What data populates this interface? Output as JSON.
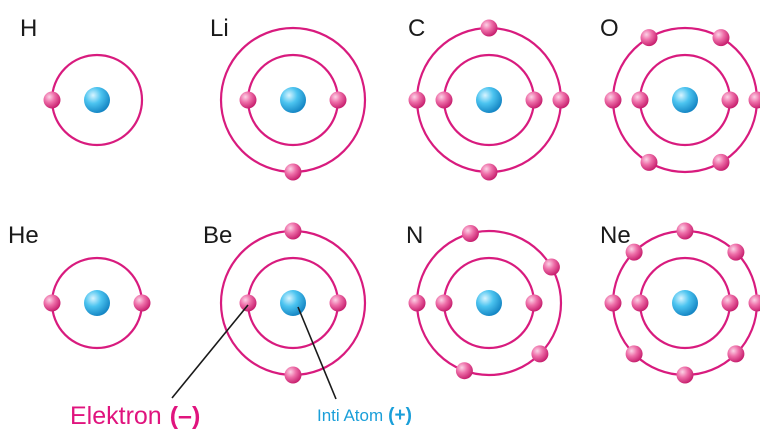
{
  "atoms": [
    {
      "symbol": "H",
      "inner": [
        180
      ],
      "outer": []
    },
    {
      "symbol": "Li",
      "inner": [
        0,
        180
      ],
      "outer": [
        90
      ]
    },
    {
      "symbol": "C",
      "inner": [
        0,
        180
      ],
      "outer": [
        0,
        180,
        270,
        90
      ]
    },
    {
      "symbol": "O",
      "inner": [
        0,
        180
      ],
      "outer": [
        0,
        180,
        240,
        300,
        120,
        60
      ]
    },
    {
      "symbol": "He",
      "inner": [
        0,
        180
      ],
      "outer": []
    },
    {
      "symbol": "Be",
      "inner": [
        0,
        180
      ],
      "outer": [
        270,
        90
      ]
    },
    {
      "symbol": "N",
      "inner": [
        0,
        180
      ],
      "outer": [
        180,
        255,
        330,
        45,
        110
      ]
    },
    {
      "symbol": "Ne",
      "inner": [
        0,
        180
      ],
      "outer": [
        0,
        180,
        225,
        270,
        315,
        45,
        90,
        135
      ]
    }
  ],
  "legend": {
    "electron_label": "Elektron",
    "electron_sign": "(–)",
    "nucleus_label": "Inti Atom",
    "nucleus_sign": "(+)"
  },
  "colors": {
    "orbit": "#d81b7e",
    "electron": "#e8589c",
    "nucleus": "#38b6e6"
  }
}
